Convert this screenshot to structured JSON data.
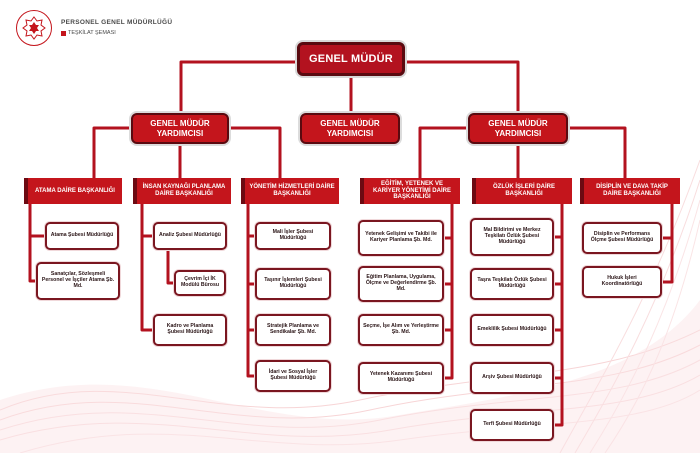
{
  "header": {
    "title": "PERSONEL GENEL MÜDÜRLÜĞÜ",
    "subtitle": "TEŞKİLAT ŞEMASI"
  },
  "colors": {
    "primary": "#c4151c",
    "dark": "#5a0a10",
    "text": "#2a1416"
  },
  "org": {
    "general_manager": "GENEL MÜDÜR",
    "deputies": [
      {
        "label": "GENEL MÜDÜR YARDIMCISI"
      },
      {
        "label": "GENEL MÜDÜR YARDIMCISI"
      },
      {
        "label": "GENEL MÜDÜR YARDIMCISI"
      }
    ],
    "departments": [
      {
        "label": "ATAMA DAİRE BAŞKANLIĞI",
        "units": [
          "Atama Şubesi Müdürlüğü",
          "Sanatçılar, Sözleşmeli Personel ve İşçiler Atama Şb. Md."
        ]
      },
      {
        "label": "İNSAN KAYNAĞI PLANLAMA DAİRE BAŞKANLIĞI",
        "units": [
          "Analiz Şubesi Müdürlüğü",
          "Çevrim İçi İK Modülü Bürosu",
          "Kadro ve Planlama Şubesi Müdürlüğü"
        ]
      },
      {
        "label": "YÖNETİM HİZMETLERİ DAİRE BAŞKANLIĞI",
        "units": [
          "Mali İşler Şubesi Müdürlüğü",
          "Taşınır İşlemleri Şubesi Müdürlüğü",
          "Stratejik Planlama ve Sendikalar Şb. Md.",
          "İdari ve Sosyal İşler Şubesi Müdürlüğü"
        ]
      },
      {
        "label": "EĞİTİM, YETENEK VE KARİYER YÖNETİMİ DAİRE BAŞKANLIĞI",
        "units": [
          "Yetenek Gelişimi ve Takibi ile Kariyer Planlama Şb. Md.",
          "Eğitim Planlama, Uygulama, Ölçme ve Değerlendirme Şb. Md.",
          "Seçme, İşe Alım ve Yerleştirme Şb. Md.",
          "Yetenek Kazanımı Şubesi Müdürlüğü"
        ]
      },
      {
        "label": "ÖZLÜK İŞLERİ DAİRE BAŞKANLIĞI",
        "units": [
          "Mal Bildirimi ve Merkez Teşkilatı Özlük Şubesi Müdürlüğü",
          "Taşra Teşkilatı Özlük Şubesi Müdürlüğü",
          "Emeklilik Şubesi Müdürlüğü",
          "Arşiv Şubesi Müdürlüğü",
          "Terfi Şubesi Müdürlüğü"
        ]
      },
      {
        "label": "DİSİPLİN VE DAVA TAKİP DAİRE BAŞKANLIĞI",
        "units": [
          "Disiplin ve Performans Ölçme Şubesi Müdürlüğü",
          "Hukuk İşleri Koordinatörlüğü"
        ]
      }
    ]
  }
}
